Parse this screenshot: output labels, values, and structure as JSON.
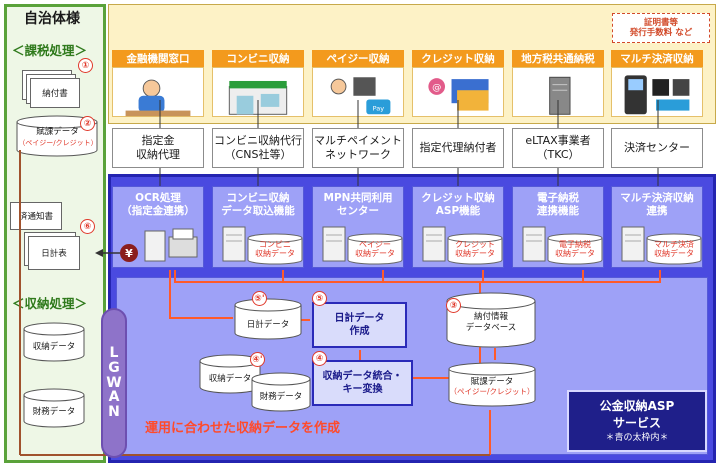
{
  "municipality": {
    "title": "自治体様",
    "section_taxation": "＜課税処理＞",
    "section_collection": "＜収納処理＞",
    "tax_notice": "納付書",
    "assessment_data": "賦課データ",
    "assessment_data_sub": "（ペイジー/クレジット）",
    "overdue_notice": "済通知書",
    "daily_report": "日計表",
    "receipt_data": "収納データ",
    "finance_data": "財務データ"
  },
  "fee_note": "証明書等\n発行手数料 など",
  "channels": [
    {
      "label": "金融機関窓口",
      "icon": "bank-teller-icon"
    },
    {
      "label": "コンビニ収納",
      "icon": "convenience-store-icon"
    },
    {
      "label": "ペイジー収納",
      "icon": "payeasy-icon"
    },
    {
      "label": "クレジット収納",
      "icon": "credit-card-icon"
    },
    {
      "label": "地方税共通納税",
      "icon": "server-icon"
    },
    {
      "label": "マルチ決済収納",
      "icon": "payment-terminal-icon"
    }
  ],
  "intermediaries": [
    "指定金\n収納代理",
    "コンビニ収納代行\n（CNS社等）",
    "マルチペイメント\nネットワーク",
    "指定代理納付者",
    "eLTAX事業者\n（TKC）",
    "決済センター"
  ],
  "asp_services": [
    {
      "title": "OCR処理\n（指定金連携）",
      "data": ""
    },
    {
      "title": "コンビニ収納\nデータ取込機能",
      "data": "コンビニ\n収納データ"
    },
    {
      "title": "MPN共同利用\nセンター",
      "data": "ペイジー\n収納データ"
    },
    {
      "title": "クレジット収納\nASP機能",
      "data": "クレジット\n収納データ"
    },
    {
      "title": "電子納税\n連携機能",
      "data": "電子納税\n収納データ"
    },
    {
      "title": "マルチ決済収納\n連携",
      "data": "マルチ決済\n収納データ"
    }
  ],
  "process": {
    "daily_data": "日計データ",
    "daily_data_create": "日計データ\n作成",
    "payment_db": "納付情報\nデータベース",
    "merge_convert": "収納データ統合・\nキー変換",
    "receipt_data": "収納データ",
    "finance_data": "財務データ",
    "assessment_data": "賦課データ",
    "assessment_data_sub": "（ペイジー/クレジット）",
    "yen": "¥"
  },
  "numbers": [
    "①",
    "②",
    "③",
    "④",
    "④'",
    "⑤",
    "⑤'",
    "⑥"
  ],
  "lgwan": [
    "L",
    "G",
    "W",
    "A",
    "N"
  ],
  "bottom_text": "運用に合わせた収納データを作成",
  "asp_service_box": {
    "title": "公金収納ASP\nサービス",
    "note": "＊青の太枠内＊"
  },
  "colors": {
    "green": "#5aa23a",
    "yellow_bg": "#fdf2c6",
    "orange": "#f39a1d",
    "asp_blue": "#4a4ae0",
    "light_blue": "#9ea1f7",
    "red": "#e0392b"
  }
}
